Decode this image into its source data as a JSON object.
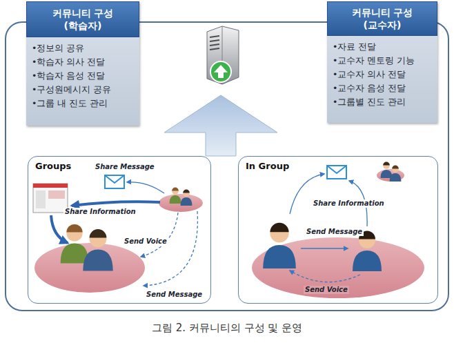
{
  "diagram": {
    "caption": "그림 2. 커뮤니티의 구성 및 운영",
    "nodes": [
      {
        "text": [
          "커뮤니티 구성 (학습자)",
          "•정보의 공유",
          "•학습자 의사 전달",
          "•학습자 음성 전달",
          "•구성원메시지 공유",
          "•그룹 내 진도 관리"
        ]
      },
      {
        "text": [
          "커뮤니티 구성 (교수자)",
          "•자료 전달",
          "•교수자 멘토링 기능",
          "•교수자 의사 전달",
          "•교수자 음성 전달",
          "•그룹별 진도 관리"
        ]
      },
      {
        "text": [
          "Groups"
        ]
      },
      {
        "text": [
          "In Group"
        ]
      }
    ],
    "labels": [
      "Share Message",
      "Share Information",
      "Send Voice",
      "Send Message",
      "Share Information",
      "Send Message",
      "Send Voice"
    ]
  }
}
